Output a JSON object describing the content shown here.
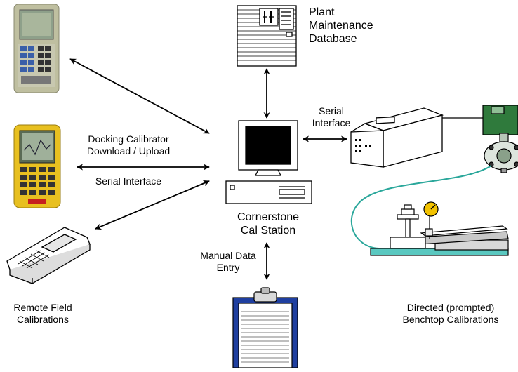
{
  "labels": {
    "plant_db_line1": "Plant",
    "plant_db_line2": "Maintenance",
    "plant_db_line3": "Database",
    "docking_line1": "Docking Calibrator",
    "docking_line2": "Download / Upload",
    "serial_left": "Serial Interface",
    "serial_right_line1": "Serial",
    "serial_right_line2": "Interface",
    "station_line1": "Cornerstone",
    "station_line2": "Cal Station",
    "manual_line1": "Manual Data",
    "manual_line2": "Entry",
    "remote_line1": "Remote Field",
    "remote_line2": "Calibrations",
    "bench_line1": "Directed (prompted)",
    "bench_line2": "Benchtop Calibrations"
  },
  "icons": [
    "documenting-calibrator-icon",
    "handheld-calibrator-yellow-icon",
    "remote-field-terminal-icon",
    "database-server-icon",
    "computer-workstation-icon",
    "bench-instrument-icon",
    "pressure-transmitter-icon",
    "deadweight-tester-icon",
    "clipboard-icon"
  ],
  "colors": {
    "clipboard_blue": "#1f3fa0",
    "transmitter_green": "#2f7a3c",
    "hose_teal": "#2aa79b",
    "bench_base": "#5ac8c0",
    "calibrator_yellow": "#e8c020"
  }
}
